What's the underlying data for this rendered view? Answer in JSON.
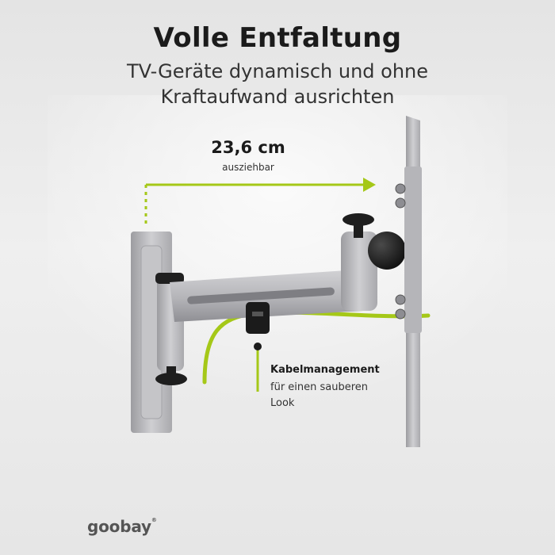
{
  "headline": "Volle Entfaltung",
  "subline": {
    "line1": "TV-Geräte dynamisch und ohne",
    "line2": "Kraftaufwand ausrichten"
  },
  "measurement": {
    "value": "23,6 cm",
    "caption": "ausziehbar"
  },
  "callout": {
    "title": "Kabelmanagement",
    "line1": "für einen sauberen",
    "line2": "Look"
  },
  "brand": {
    "logo_text": "goobay",
    "logo_mark": "®"
  },
  "colors": {
    "accent": "#a5c818",
    "metal": "#b8b8ba",
    "knob": "#1e1e1e"
  },
  "icons": [
    "arrow-right-icon",
    "cable-clip-icon"
  ]
}
